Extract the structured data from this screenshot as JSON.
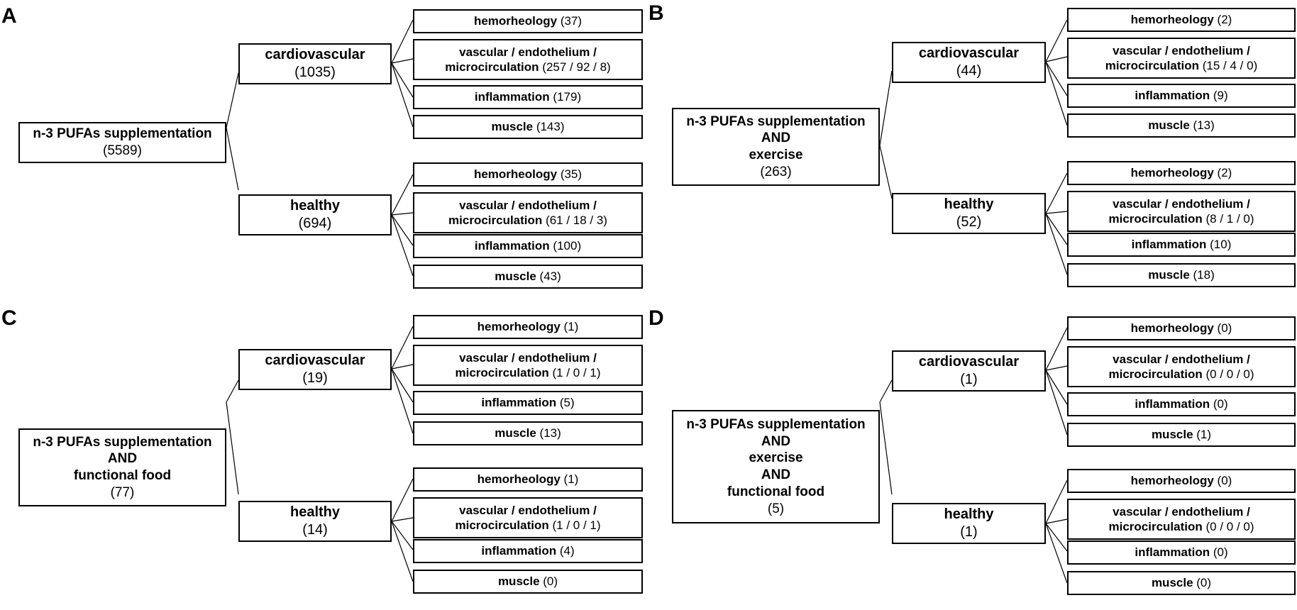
{
  "panels": [
    {
      "letter": "A",
      "root": {
        "lines": [
          "n-3 PUFAs supplementation"
        ],
        "count": "(5589)"
      },
      "groups": [
        {
          "name": "cardiovascular",
          "count": "(1035)",
          "leaves": [
            {
              "name": "hemorheology",
              "count": "(37)"
            },
            {
              "name1": "vascular / endothelium /",
              "name": "microcirculation",
              "count": "(257 / 92 / 8)"
            },
            {
              "name": "inflammation",
              "count": "(179)"
            },
            {
              "name": "muscle",
              "count": "(143)"
            }
          ]
        },
        {
          "name": "healthy",
          "count": "(694)",
          "leaves": [
            {
              "name": "hemorheology",
              "count": "(35)"
            },
            {
              "name1": "vascular / endothelium /",
              "name": "microcirculation",
              "count": "(61 / 18 / 3)"
            },
            {
              "name": "inflammation",
              "count": "(100)"
            },
            {
              "name": "muscle",
              "count": "(43)"
            }
          ]
        }
      ]
    },
    {
      "letter": "B",
      "root": {
        "lines": [
          "n-3 PUFAs supplementation",
          "AND",
          "exercise"
        ],
        "count": "(263)"
      },
      "groups": [
        {
          "name": "cardiovascular",
          "count": "(44)",
          "leaves": [
            {
              "name": "hemorheology",
              "count": "(2)"
            },
            {
              "name1": "vascular / endothelium /",
              "name": "microcirculation",
              "count": "(15 / 4 / 0)"
            },
            {
              "name": "inflammation",
              "count": "(9)"
            },
            {
              "name": "muscle",
              "count": "(13)"
            }
          ]
        },
        {
          "name": "healthy",
          "count": "(52)",
          "leaves": [
            {
              "name": "hemorheology",
              "count": "(2)"
            },
            {
              "name1": "vascular / endothelium /",
              "name": "microcirculation",
              "count": "(8 / 1 / 0)"
            },
            {
              "name": "inflammation",
              "count": "(10)"
            },
            {
              "name": "muscle",
              "count": "(18)"
            }
          ]
        }
      ]
    },
    {
      "letter": "C",
      "root": {
        "lines": [
          "n-3 PUFAs supplementation",
          "AND",
          "functional food"
        ],
        "count": "(77)"
      },
      "groups": [
        {
          "name": "cardiovascular",
          "count": "(19)",
          "leaves": [
            {
              "name": "hemorheology",
              "count": "(1)"
            },
            {
              "name1": "vascular / endothelium /",
              "name": "microcirculation",
              "count": "(1 / 0 / 1)"
            },
            {
              "name": "inflammation",
              "count": "(5)"
            },
            {
              "name": "muscle",
              "count": "(13)"
            }
          ]
        },
        {
          "name": "healthy",
          "count": "(14)",
          "leaves": [
            {
              "name": "hemorheology",
              "count": "(1)"
            },
            {
              "name1": "vascular / endothelium /",
              "name": "microcirculation",
              "count": "(1 / 0 / 1)"
            },
            {
              "name": "inflammation",
              "count": "(4)"
            },
            {
              "name": "muscle",
              "count": "(0)"
            }
          ]
        }
      ]
    },
    {
      "letter": "D",
      "root": {
        "lines": [
          "n-3 PUFAs supplementation",
          "AND",
          "exercise",
          "AND",
          "functional food"
        ],
        "count": "(5)"
      },
      "groups": [
        {
          "name": "cardiovascular",
          "count": "(1)",
          "leaves": [
            {
              "name": "hemorheology",
              "count": "(0)"
            },
            {
              "name1": "vascular / endothelium /",
              "name": "microcirculation",
              "count": "(0 / 0 / 0)"
            },
            {
              "name": "inflammation",
              "count": "(0)"
            },
            {
              "name": "muscle",
              "count": "(1)"
            }
          ]
        },
        {
          "name": "healthy",
          "count": "(1)",
          "leaves": [
            {
              "name": "hemorheology",
              "count": "(0)"
            },
            {
              "name1": "vascular / endothelium /",
              "name": "microcirculation",
              "count": "(0 / 0 / 0)"
            },
            {
              "name": "inflammation",
              "count": "(0)"
            },
            {
              "name": "muscle",
              "count": "(0)"
            }
          ]
        }
      ]
    }
  ]
}
